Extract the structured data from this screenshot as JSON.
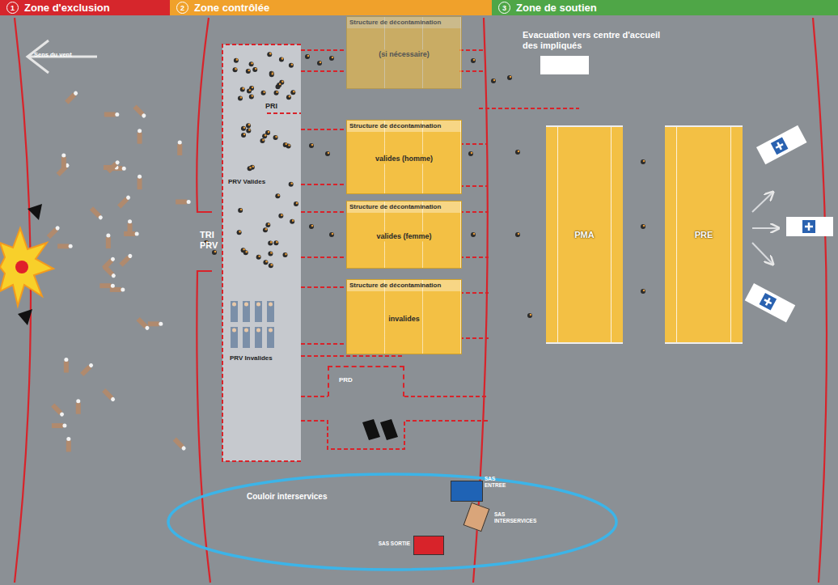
{
  "diagram": {
    "nodes": [
      {
        "text": [
          "1",
          "Zone d'exclusion"
        ]
      },
      {
        "text": [
          "2",
          "Zone contrôlée"
        ]
      },
      {
        "text": [
          "3",
          "Zone de soutien"
        ]
      },
      {
        "text": [
          "Structure de décontamination",
          "(si nécessaire)"
        ]
      },
      {
        "text": [
          "Structure de décontamination",
          "valides (homme)"
        ]
      },
      {
        "text": [
          "Structure de décontamination",
          "valides (femme)"
        ]
      },
      {
        "text": [
          "Structure de décontamination",
          "invalides"
        ]
      },
      {
        "text": [
          "Evacuation vers centre d'accueil des impliqués"
        ]
      },
      {
        "text": [
          "PMA"
        ]
      },
      {
        "text": [
          "PRE"
        ]
      },
      {
        "text": [
          "PRD"
        ]
      },
      {
        "text": [
          "Couloir interservices"
        ]
      },
      {
        "text": [
          "SAS ENTREE"
        ],
        "in": 11
      },
      {
        "text": [
          "SAS INTERSERVICES"
        ],
        "in": 11
      },
      {
        "text": [
          "SAS SORTIE"
        ],
        "in": 11
      }
    ],
    "labels": [
      "Sens du vent",
      "TRI PRV",
      "PRI",
      "PRV Valides",
      "PRV Invalides"
    ]
  }
}
